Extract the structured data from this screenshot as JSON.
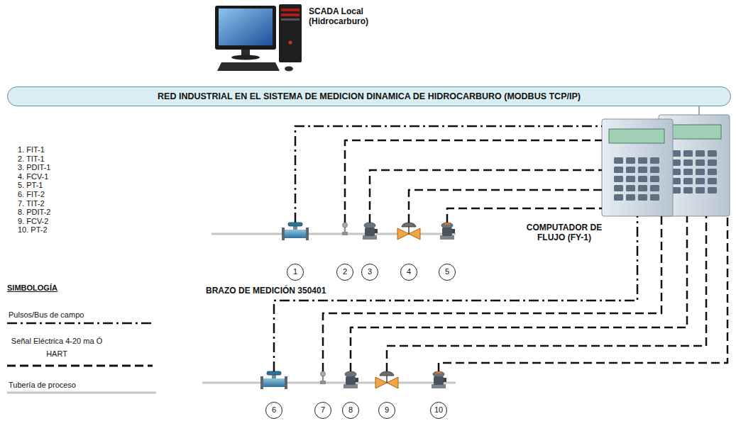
{
  "diagram": {
    "nodes": [
      {
        "text": [
          "SCADA Local (Hidrocarburo)"
        ]
      },
      {
        "text": [
          "RED INDUSTRIAL EN EL SISTEMA DE MEDICION DINAMICA DE HIDROCARBURO (MODBUS TCP/IP)"
        ]
      },
      {
        "text": [
          "COMPUTADOR DE FLUJO (FY-1)"
        ]
      },
      {
        "text": [
          "1"
        ]
      },
      {
        "text": [
          "2"
        ]
      },
      {
        "text": [
          "3"
        ]
      },
      {
        "text": [
          "4"
        ]
      },
      {
        "text": [
          "5"
        ]
      },
      {
        "text": [
          "6"
        ]
      },
      {
        "text": [
          "7"
        ]
      },
      {
        "text": [
          "8"
        ]
      },
      {
        "text": [
          "9"
        ]
      },
      {
        "text": [
          "10"
        ]
      }
    ],
    "edges": [
      {
        "from": 1,
        "to": 2,
        "arrow": "none"
      },
      {
        "from": 3,
        "to": 2,
        "arrow": "none"
      },
      {
        "from": 4,
        "to": 2,
        "arrow": "none"
      },
      {
        "from": 5,
        "to": 2,
        "arrow": "none"
      },
      {
        "from": 6,
        "to": 2,
        "arrow": "none"
      },
      {
        "from": 7,
        "to": 2,
        "arrow": "none"
      },
      {
        "from": 8,
        "to": 2,
        "arrow": "none"
      },
      {
        "from": 9,
        "to": 2,
        "arrow": "none"
      },
      {
        "from": 10,
        "to": 2,
        "arrow": "none"
      },
      {
        "from": 11,
        "to": 2,
        "arrow": "none"
      },
      {
        "from": 12,
        "to": 2,
        "arrow": "none"
      }
    ],
    "labels": [
      "1. FIT-1",
      "2. TIT-1",
      "3. PDIT-1",
      "4. FCV-1",
      "5. PT-1",
      "6. FIT-2",
      "7. TIT-2",
      "8. PDIT-2",
      "9. FCV-2",
      "10. PT-2",
      "BRAZO DE MEDICIÓN 350401",
      "SIMBOLOGÍA"
    ],
    "legend": [
      {
        "text": "Pulsos/Bus de campo"
      },
      {
        "text": "Señal Eléctrica 4-20 ma Ó HART"
      },
      {
        "text": "Tubería de proceso"
      }
    ]
  }
}
